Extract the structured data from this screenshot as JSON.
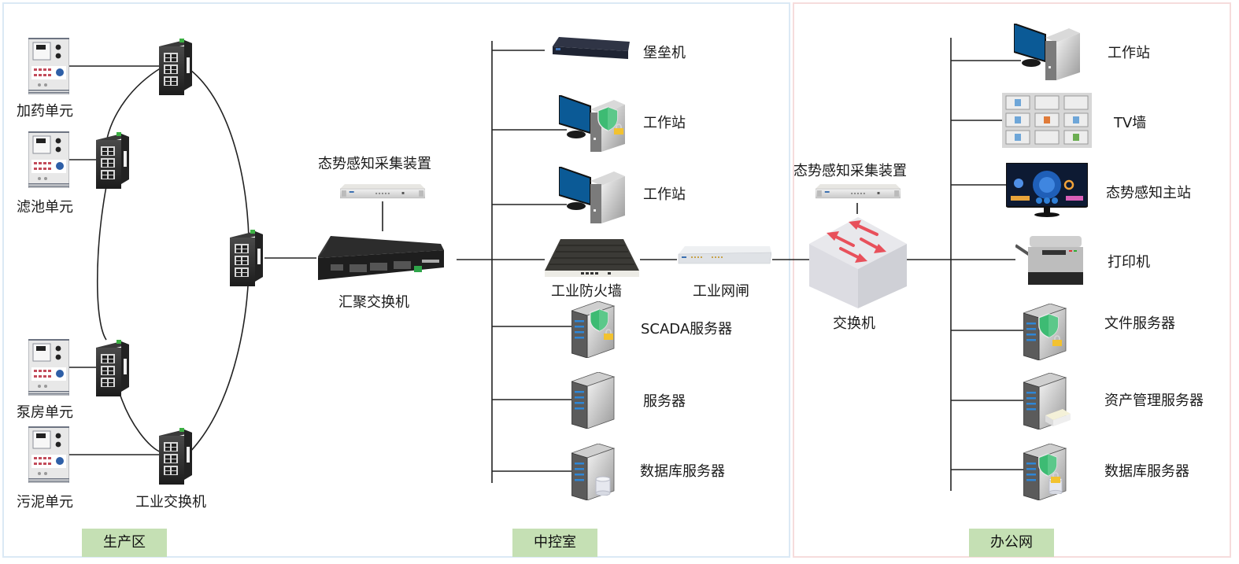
{
  "zones": {
    "production": "生产区",
    "control_room": "中控室",
    "office": "办公网"
  },
  "production": {
    "units": [
      "加药单元",
      "滤池单元",
      "泵房单元",
      "污泥单元"
    ],
    "switch_label": "工业交换机"
  },
  "core": {
    "sensor_label": "态势感知采集装置",
    "aggregation_switch": "汇聚交换机"
  },
  "control_room": {
    "devices": [
      "堡垒机",
      "工作站",
      "工作站",
      "SCADA服务器",
      "服务器",
      "数据库服务器"
    ],
    "firewall": "工业防火墙",
    "gatekeeper": "工业网闸"
  },
  "office": {
    "sensor_label": "态势感知采集装置",
    "switch_label": "交换机",
    "devices": [
      "工作站",
      "TV墙",
      "态势感知主站",
      "打印机",
      "文件服务器",
      "资产管理服务器",
      "数据库服务器"
    ]
  },
  "colors": {
    "zone_tag_bg": "#c5e0b4",
    "left_border": "#dbe9f5",
    "right_border": "#f6dcdc",
    "switch_arrow": "#e8505b",
    "shield_green": "#3dbb73",
    "lock_yellow": "#f2c230",
    "monitor_blue": "#0b5a96"
  }
}
